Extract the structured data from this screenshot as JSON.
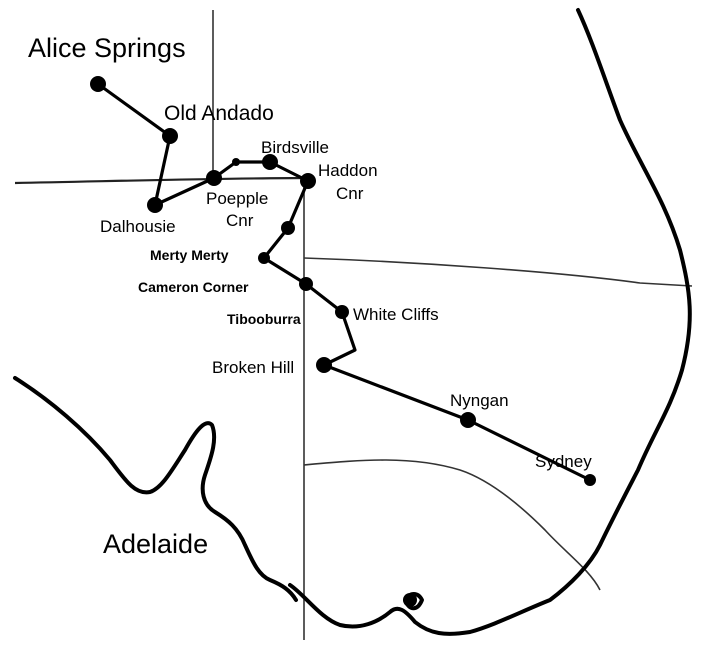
{
  "labels": {
    "alice_springs": "Alice Springs",
    "old_andado": "Old Andado",
    "birdsville": "Birdsville",
    "haddon_cnr_1": "Haddon",
    "haddon_cnr_2": "Cnr",
    "dalhousie": "Dalhousie",
    "poepple_cnr_1": "Poepple",
    "poepple_cnr_2": "Cnr",
    "merty_merty": "Merty Merty",
    "cameron_corner": "Cameron Corner",
    "tibooburra": "Tibooburra",
    "white_cliffs": "White Cliffs",
    "broken_hill": "Broken Hill",
    "nyngan": "Nyngan",
    "sydney": "Sydney",
    "adelaide": "Adelaide"
  },
  "colors": {
    "ink": "#000000",
    "paper": "#ffffff"
  }
}
